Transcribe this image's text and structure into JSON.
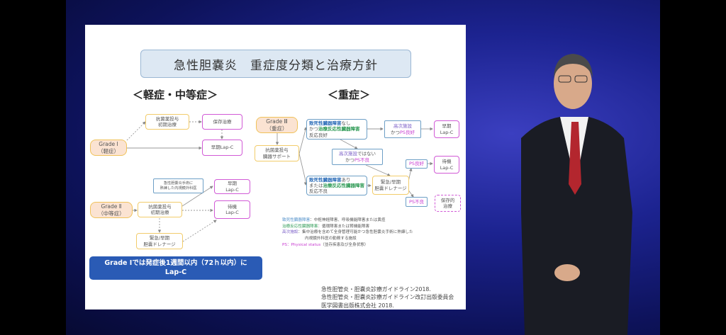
{
  "slide": {
    "title": "急性胆嚢炎　重症度分類と治療方針",
    "heading_left": "＜軽症・中等症＞",
    "heading_right": "＜重症＞",
    "left": {
      "grade1": [
        "Grade Ⅰ",
        "（軽症）"
      ],
      "abx1": [
        "抗菌薬投与",
        "初期治療"
      ],
      "conservative1": "保存治療",
      "early_lapc1": "早期Lap-C",
      "grade2": [
        "Grade Ⅱ",
        "（中等症）"
      ],
      "note": [
        "急性胆嚢炎手術に",
        "熟練した内視鏡外科医"
      ],
      "abx2": [
        "抗菌薬投与",
        "初期治療"
      ],
      "early_lapc2": [
        "早期",
        "Lap-C"
      ],
      "delayed_lapc2": [
        "待機",
        "Lap-C"
      ],
      "drainage2": [
        "緊急/早期",
        "胆嚢ドレナージ"
      ]
    },
    "banner": [
      "Grade Ⅰでは発症後1週間以内（72ｈ以内）に",
      "Lap-C"
    ],
    "right": {
      "grade3": [
        "Grade Ⅲ",
        "（重症）"
      ],
      "support": [
        "抗菌薬投与",
        "臓器サポート"
      ],
      "boxA": [
        "致死性臓器障害",
        "なし",
        "かつ",
        "治療反応性臓器障害",
        "反応良好"
      ],
      "high_ps_good": [
        "高次施設",
        "かつ",
        "PS良好"
      ],
      "early_lapc": [
        "早期",
        "Lap-C"
      ],
      "not_high": [
        "高次施設",
        "ではない",
        "かつ",
        "PS不良"
      ],
      "boxB": [
        "致死性臓器障害",
        "あり",
        "または",
        "治療反応性臓器障害",
        "反応不良"
      ],
      "drainage": [
        "緊急/早期",
        "胆嚢ドレナージ"
      ],
      "ps_good": "PS良好",
      "delayed_lapc": [
        "待機",
        "Lap-C"
      ],
      "ps_poor": "PS不良",
      "conservative": [
        "保存的",
        "治療"
      ]
    },
    "notes": [
      {
        "term": "致死性臓器障害",
        "text": "：中枢神経障害、呼吸機能障害または黄疸"
      },
      {
        "term": "治療反応性臓器障害",
        "text": "：循環障害または腎機能障害"
      },
      {
        "term": "高次施設",
        "text": "：集中治療を含めて全身管理可能かつ急性胆嚢炎手術に熟練した"
      },
      {
        "term": "",
        "text": "内視鏡外科医の勤務する施設"
      },
      {
        "term": "PS：Physical status",
        "text": "（並存疾患及び全身状態）"
      }
    ],
    "citation": [
      "急性胆管炎・胆嚢炎診療ガイドライン2018.",
      "急性胆管炎・胆嚢炎診療ガイドライン改訂出版委員会",
      "医学図書出版株式会社 2018."
    ]
  },
  "colors": {
    "accent_blue": "#2a5bb5",
    "magenta": "#d15ad6",
    "yellow": "#f2cc6b",
    "green": "#2e9a55"
  }
}
